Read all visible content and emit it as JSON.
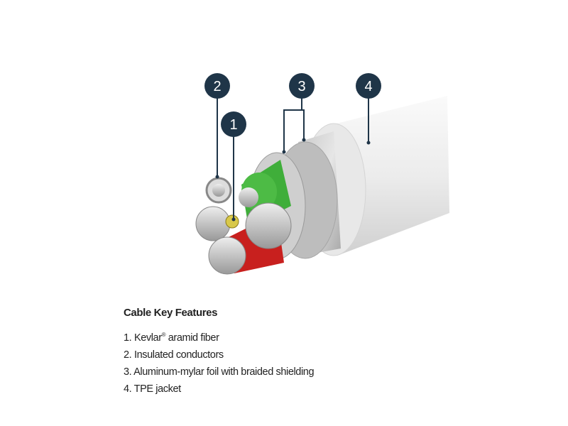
{
  "badges": [
    {
      "number": "2"
    },
    {
      "number": "1"
    },
    {
      "number": "3"
    },
    {
      "number": "4"
    }
  ],
  "colors": {
    "badge": "#1f3548",
    "green": "#3fae3a",
    "red": "#c8201e",
    "jacket": "#f2f2f2"
  },
  "features": {
    "title": "Cable Key Features",
    "items": [
      {
        "num": "1.",
        "text": "Kevlar",
        "mark": "®",
        "rest": " aramid fiber"
      },
      {
        "num": "2.",
        "text": "Insulated conductors",
        "mark": "",
        "rest": ""
      },
      {
        "num": "3.",
        "text": "Aluminum-mylar foil with braided shielding",
        "mark": "",
        "rest": ""
      },
      {
        "num": "4.",
        "text": "TPE jacket",
        "mark": "",
        "rest": ""
      }
    ]
  }
}
